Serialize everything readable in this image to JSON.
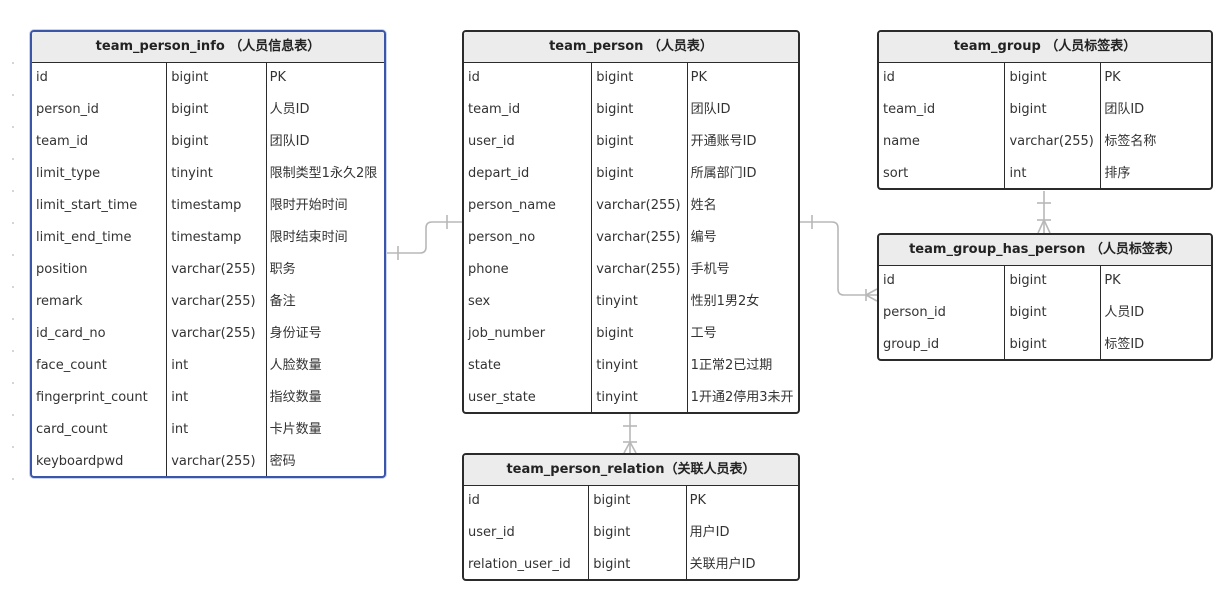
{
  "tables": [
    {
      "id": "team_person_info",
      "title": "team_person_info （人员信息表）",
      "rows": [
        [
          "id",
          "bigint",
          "PK"
        ],
        [
          "person_id",
          "bigint",
          "人员ID"
        ],
        [
          "team_id",
          "bigint",
          "团队ID"
        ],
        [
          "limit_type",
          "tinyint",
          "限制类型1永久2限"
        ],
        [
          "limit_start_time",
          "timestamp",
          "限时开始时间"
        ],
        [
          "limit_end_time",
          "timestamp",
          "限时结束时间"
        ],
        [
          "position",
          "varchar(255)",
          "职务"
        ],
        [
          "remark",
          "varchar(255)",
          "备注"
        ],
        [
          "id_card_no",
          "varchar(255)",
          "身份证号"
        ],
        [
          "face_count",
          "int",
          "人脸数量"
        ],
        [
          "fingerprint_count",
          "int",
          "指纹数量"
        ],
        [
          "card_count",
          "int",
          "卡片数量"
        ],
        [
          "keyboardpwd",
          "varchar(255)",
          "密码"
        ]
      ]
    },
    {
      "id": "team_person",
      "title": "team_person （人员表）",
      "rows": [
        [
          "id",
          "bigint",
          "PK"
        ],
        [
          "team_id",
          "bigint",
          "团队ID"
        ],
        [
          "user_id",
          "bigint",
          "开通账号ID"
        ],
        [
          "depart_id",
          "bigint",
          "所属部门ID"
        ],
        [
          "person_name",
          "varchar(255)",
          "姓名"
        ],
        [
          "person_no",
          "varchar(255)",
          "编号"
        ],
        [
          "phone",
          "varchar(255)",
          "手机号"
        ],
        [
          "sex",
          "tinyint",
          "性别1男2女"
        ],
        [
          "job_number",
          "bigint",
          "工号"
        ],
        [
          "state",
          "tinyint",
          "1正常2已过期"
        ],
        [
          "user_state",
          "tinyint",
          "1开通2停用3未开"
        ]
      ]
    },
    {
      "id": "team_person_relation",
      "title": "team_person_relation（关联人员表）",
      "rows": [
        [
          "id",
          "bigint",
          "PK"
        ],
        [
          "user_id",
          "bigint",
          "用户ID"
        ],
        [
          "relation_user_id",
          "bigint",
          "关联用户ID"
        ]
      ]
    },
    {
      "id": "team_group",
      "title": "team_group （人员标签表）",
      "rows": [
        [
          "id",
          "bigint",
          "PK"
        ],
        [
          "team_id",
          "bigint",
          "团队ID"
        ],
        [
          "name",
          "varchar(255)",
          "标签名称"
        ],
        [
          "sort",
          "int",
          "排序"
        ]
      ]
    },
    {
      "id": "team_group_has_person",
      "title": "team_group_has_person （人员标签表）",
      "rows": [
        [
          "id",
          "bigint",
          "PK"
        ],
        [
          "person_id",
          "bigint",
          "人员ID"
        ],
        [
          "group_id",
          "bigint",
          "标签ID"
        ]
      ]
    }
  ],
  "colors": {
    "border": "#2b2b2b",
    "header_bg": "#ececec",
    "selected_border": "#3b55a8",
    "connector": "#b8b8b8"
  },
  "relations": [
    {
      "from": "team_person_info",
      "to": "team_person",
      "kind": "one-to-one"
    },
    {
      "from": "team_person",
      "to": "team_person_relation",
      "kind": "one-to-many"
    },
    {
      "from": "team_person",
      "to": "team_group_has_person",
      "kind": "one-to-many"
    },
    {
      "from": "team_group",
      "to": "team_group_has_person",
      "kind": "one-to-many"
    }
  ]
}
